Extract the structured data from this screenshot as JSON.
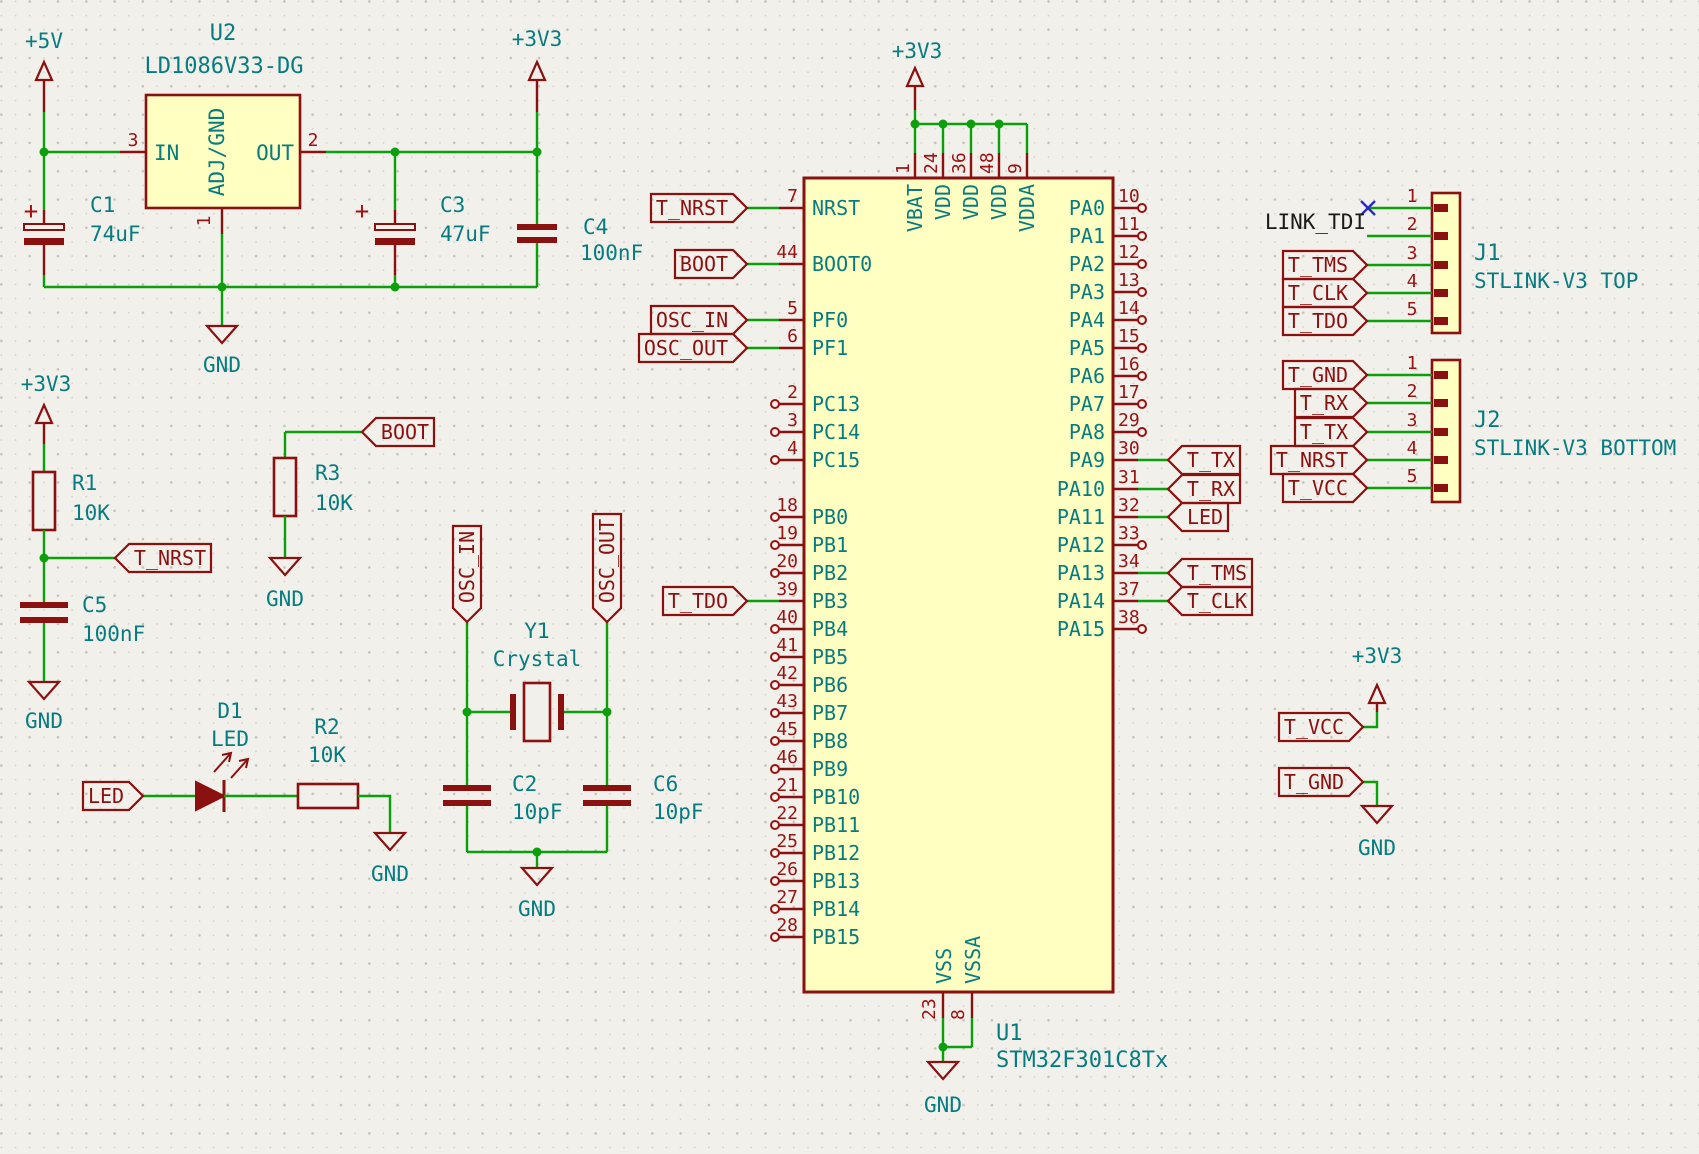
{
  "nets": {
    "p5v": "+5V",
    "p3v3": "+3V3",
    "gnd": "GND"
  },
  "regulator": {
    "ref": "U2",
    "value": "LD1086V33-DG",
    "pin_in": "IN",
    "pin_out": "OUT",
    "pin_adj": "ADJ/GND",
    "num_in": "3",
    "num_out": "2",
    "num_adj": "1"
  },
  "caps": {
    "plus": "+",
    "c1_ref": "C1",
    "c1_val": "74uF",
    "c3_ref": "C3",
    "c3_val": "47uF",
    "c4_ref": "C4",
    "c4_val": "100nF",
    "c5_ref": "C5",
    "c5_val": "100nF",
    "c2_ref": "C2",
    "c2_val": "10pF",
    "c6_ref": "C6",
    "c6_val": "10pF"
  },
  "resistors": {
    "r1_ref": "R1",
    "r1_val": "10K",
    "r2_ref": "R2",
    "r2_val": "10K",
    "r3_ref": "R3",
    "r3_val": "10K"
  },
  "diode": {
    "ref": "D1",
    "value": "LED"
  },
  "crystal": {
    "ref": "Y1",
    "value": "Crystal"
  },
  "labels": {
    "t_nrst": "T_NRST",
    "boot": "BOOT",
    "osc_in": "OSC_IN",
    "osc_out": "OSC_OUT",
    "t_tdo": "T_TDO",
    "t_tx": "T_TX",
    "t_rx": "T_RX",
    "led": "LED",
    "t_tms": "T_TMS",
    "t_clk": "T_CLK",
    "t_gnd": "T_GND",
    "t_vcc": "T_VCC",
    "link_tdi": "LINK_TDI"
  },
  "mcu": {
    "ref": "U1",
    "value": "STM32F301C8Tx",
    "left_pins": [
      {
        "num": "7",
        "name": "NRST",
        "row": 0,
        "label": "T_NRST"
      },
      {
        "num": "44",
        "name": "BOOT0",
        "row": 2,
        "label": "BOOT"
      },
      {
        "num": "5",
        "name": "PF0",
        "row": 4,
        "label": "OSC_IN"
      },
      {
        "num": "6",
        "name": "PF1",
        "row": 5,
        "label": "OSC_OUT"
      },
      {
        "num": "2",
        "name": "PC13",
        "row": 7
      },
      {
        "num": "3",
        "name": "PC14",
        "row": 8
      },
      {
        "num": "4",
        "name": "PC15",
        "row": 9
      },
      {
        "num": "18",
        "name": "PB0",
        "row": 11
      },
      {
        "num": "19",
        "name": "PB1",
        "row": 12
      },
      {
        "num": "20",
        "name": "PB2",
        "row": 13
      },
      {
        "num": "39",
        "name": "PB3",
        "row": 14,
        "label": "T_TDO"
      },
      {
        "num": "40",
        "name": "PB4",
        "row": 15
      },
      {
        "num": "41",
        "name": "PB5",
        "row": 16
      },
      {
        "num": "42",
        "name": "PB6",
        "row": 17
      },
      {
        "num": "43",
        "name": "PB7",
        "row": 18
      },
      {
        "num": "45",
        "name": "PB8",
        "row": 19
      },
      {
        "num": "46",
        "name": "PB9",
        "row": 20
      },
      {
        "num": "21",
        "name": "PB10",
        "row": 21
      },
      {
        "num": "22",
        "name": "PB11",
        "row": 22
      },
      {
        "num": "25",
        "name": "PB12",
        "row": 23
      },
      {
        "num": "26",
        "name": "PB13",
        "row": 24
      },
      {
        "num": "27",
        "name": "PB14",
        "row": 25
      },
      {
        "num": "28",
        "name": "PB15",
        "row": 26
      }
    ],
    "right_pins": [
      {
        "num": "10",
        "name": "PA0",
        "row": 0
      },
      {
        "num": "11",
        "name": "PA1",
        "row": 1
      },
      {
        "num": "12",
        "name": "PA2",
        "row": 2
      },
      {
        "num": "13",
        "name": "PA3",
        "row": 3
      },
      {
        "num": "14",
        "name": "PA4",
        "row": 4
      },
      {
        "num": "15",
        "name": "PA5",
        "row": 5
      },
      {
        "num": "16",
        "name": "PA6",
        "row": 6
      },
      {
        "num": "17",
        "name": "PA7",
        "row": 7
      },
      {
        "num": "29",
        "name": "PA8",
        "row": 8
      },
      {
        "num": "30",
        "name": "PA9",
        "row": 9,
        "label": "T_TX"
      },
      {
        "num": "31",
        "name": "PA10",
        "row": 10,
        "label": "T_RX"
      },
      {
        "num": "32",
        "name": "PA11",
        "row": 11,
        "label": "LED"
      },
      {
        "num": "33",
        "name": "PA12",
        "row": 12
      },
      {
        "num": "34",
        "name": "PA13",
        "row": 13,
        "label": "T_TMS"
      },
      {
        "num": "37",
        "name": "PA14",
        "row": 14,
        "label": "T_CLK"
      },
      {
        "num": "38",
        "name": "PA15",
        "row": 15
      }
    ],
    "top_pins": [
      {
        "num": "1",
        "name": "VBAT"
      },
      {
        "num": "24",
        "name": "VDD"
      },
      {
        "num": "36",
        "name": "VDD"
      },
      {
        "num": "48",
        "name": "VDD"
      },
      {
        "num": "9",
        "name": "VDDA"
      }
    ],
    "bottom_pins": [
      {
        "num": "23",
        "name": "VSS"
      },
      {
        "num": "8",
        "name": "VSSA"
      }
    ]
  },
  "connectors": {
    "j1": {
      "ref": "J1",
      "desc": "STLINK-V3 TOP",
      "pins": [
        {
          "num": "1",
          "nc": true
        },
        {
          "num": "2",
          "net": "LINK_TDI"
        },
        {
          "num": "3",
          "label": "T_TMS"
        },
        {
          "num": "4",
          "label": "T_CLK"
        },
        {
          "num": "5",
          "label": "T_TDO"
        }
      ]
    },
    "j2": {
      "ref": "J2",
      "desc": "STLINK-V3 BOTTOM",
      "pins": [
        {
          "num": "1",
          "label": "T_GND"
        },
        {
          "num": "2",
          "label": "T_RX"
        },
        {
          "num": "3",
          "label": "T_TX"
        },
        {
          "num": "4",
          "label": "T_NRST"
        },
        {
          "num": "5",
          "label": "T_VCC"
        }
      ]
    }
  }
}
